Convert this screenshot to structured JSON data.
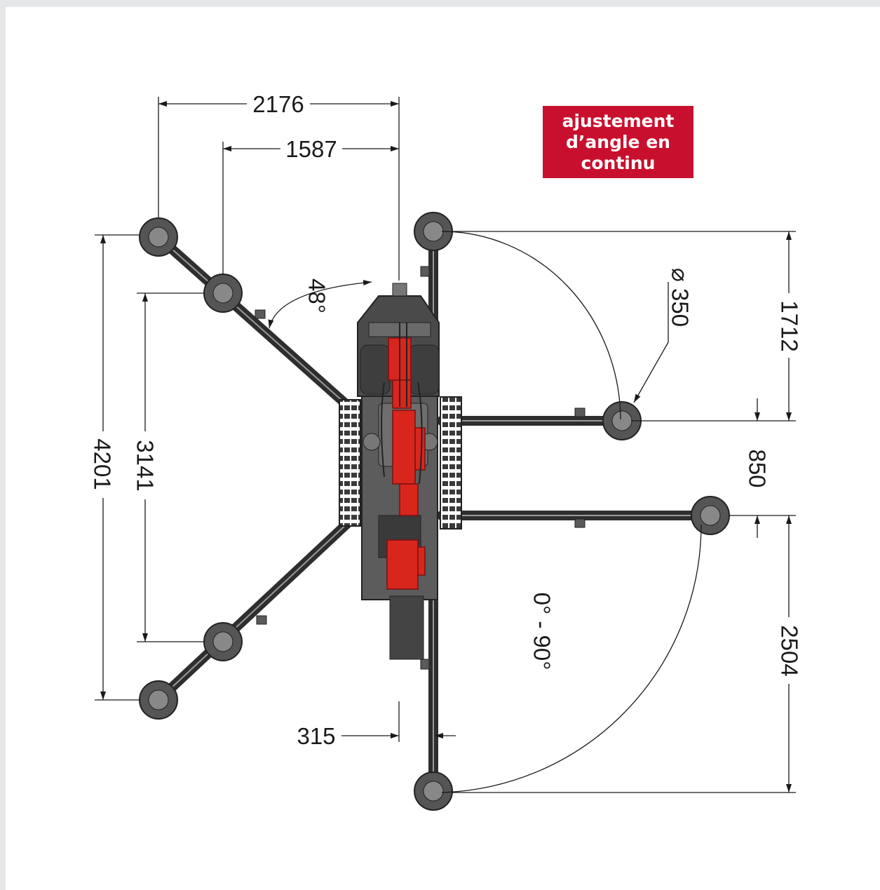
{
  "badge": {
    "line1": "ajustement",
    "line2": "d’angle en",
    "line3": "continu",
    "color": "#c8102e"
  },
  "dimensions": {
    "span_outer_top": "2176",
    "span_inner_top": "1587",
    "outrigger_angle": "48°",
    "wheel_diameter": "⌀ 350",
    "right_upper_height": "1712",
    "right_gap": "850",
    "right_lower_height": "2504",
    "left_outer_height": "4201",
    "left_inner_height": "3141",
    "bottom_offset": "315",
    "angle_range": "0° - 90°"
  },
  "colors": {
    "machine": "#4a4a4a",
    "hydraulics": "#d9261c",
    "line": "#1a1a1a"
  }
}
